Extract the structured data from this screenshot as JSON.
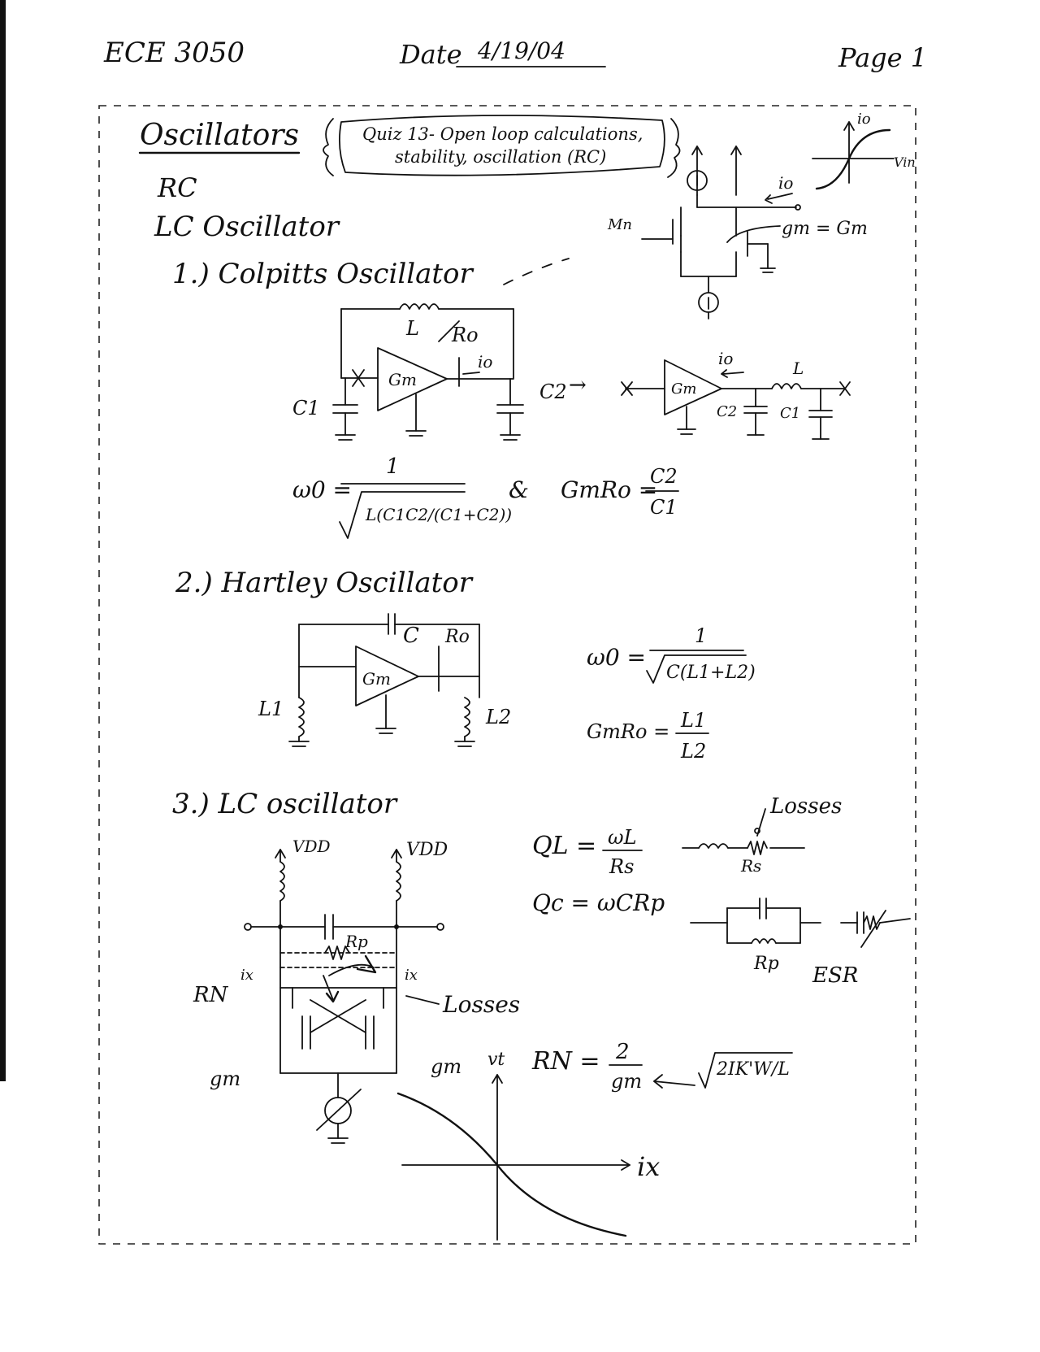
{
  "header": {
    "course": "ECE 3050",
    "date_label": "Date",
    "date_value": "4/19/04",
    "page": "Page 1"
  },
  "sections": {
    "title": "Oscillators",
    "quiz_note_line1": "Quiz 13- Open loop calculations,",
    "quiz_note_line2": "stability, oscillation (RC)",
    "rc": "RC",
    "lc_oscillator": "LC Oscillator",
    "colpitts": "1.) Colpitts Oscillator",
    "hartley": "2.) Hartley Oscillator",
    "lc3": "3.) LC oscillator"
  },
  "ota_sketch": {
    "mn_label": "Mn",
    "io_label": "io",
    "gm_eq": "gm = Gm",
    "io_axis": "io",
    "vin_axis": "Vin"
  },
  "colpitts": {
    "l_label": "L",
    "ro_label": "Ro",
    "io_label": "io",
    "gm_label": "Gm",
    "c1_label": "C1",
    "c2_label": "C2",
    "x_mark": "x",
    "arrow": "→",
    "l2_label": "L",
    "io2_label": "io",
    "c2b_label": "C2",
    "c1b_label": "C1",
    "eq_w0_lhs": "ω0 =",
    "eq_w0_num": "1",
    "eq_w0_den": "L(C1C2/(C1+C2))",
    "and_sym": "&",
    "eq_gm_lhs": "GmRo =",
    "eq_gm_num": "C2",
    "eq_gm_den": "C1"
  },
  "hartley": {
    "c_label": "C",
    "ro_label": "Ro",
    "gm_label": "Gm",
    "l1_label": "L1",
    "l2_label": "L2",
    "eq_w0_lhs": "ω0 =",
    "eq_w0_num": "1",
    "eq_w0_den": "C(L1+L2)",
    "eq_gm_lhs": "GmRo =",
    "eq_gm_num": "L1",
    "eq_gm_den": "L2"
  },
  "lc3": {
    "vdd1": "VDD",
    "vdd2": "VDD",
    "rp_label": "Rp",
    "rn_label": "RN",
    "ix_label": "ix",
    "ix2_label": "ix",
    "losses_label": "Losses",
    "gm1": "gm",
    "gm2": "gm",
    "vt_axis": "vt",
    "ix_axis": "ix",
    "rn_eq_lhs": "RN =",
    "rn_eq_num": "2",
    "rn_eq_den": "gm",
    "sqrt_expr": "2IK'W/L",
    "ql_lhs": "QL =",
    "ql_num": "ωL",
    "ql_den": "Rs",
    "qc_eq": "Qc = ωCRp",
    "losses_top": "Losses",
    "rs_label": "Rs",
    "rp2_label": "Rp",
    "esr_label": "ESR"
  },
  "colors": {
    "ink": "#111111",
    "paper": "#ffffff"
  }
}
